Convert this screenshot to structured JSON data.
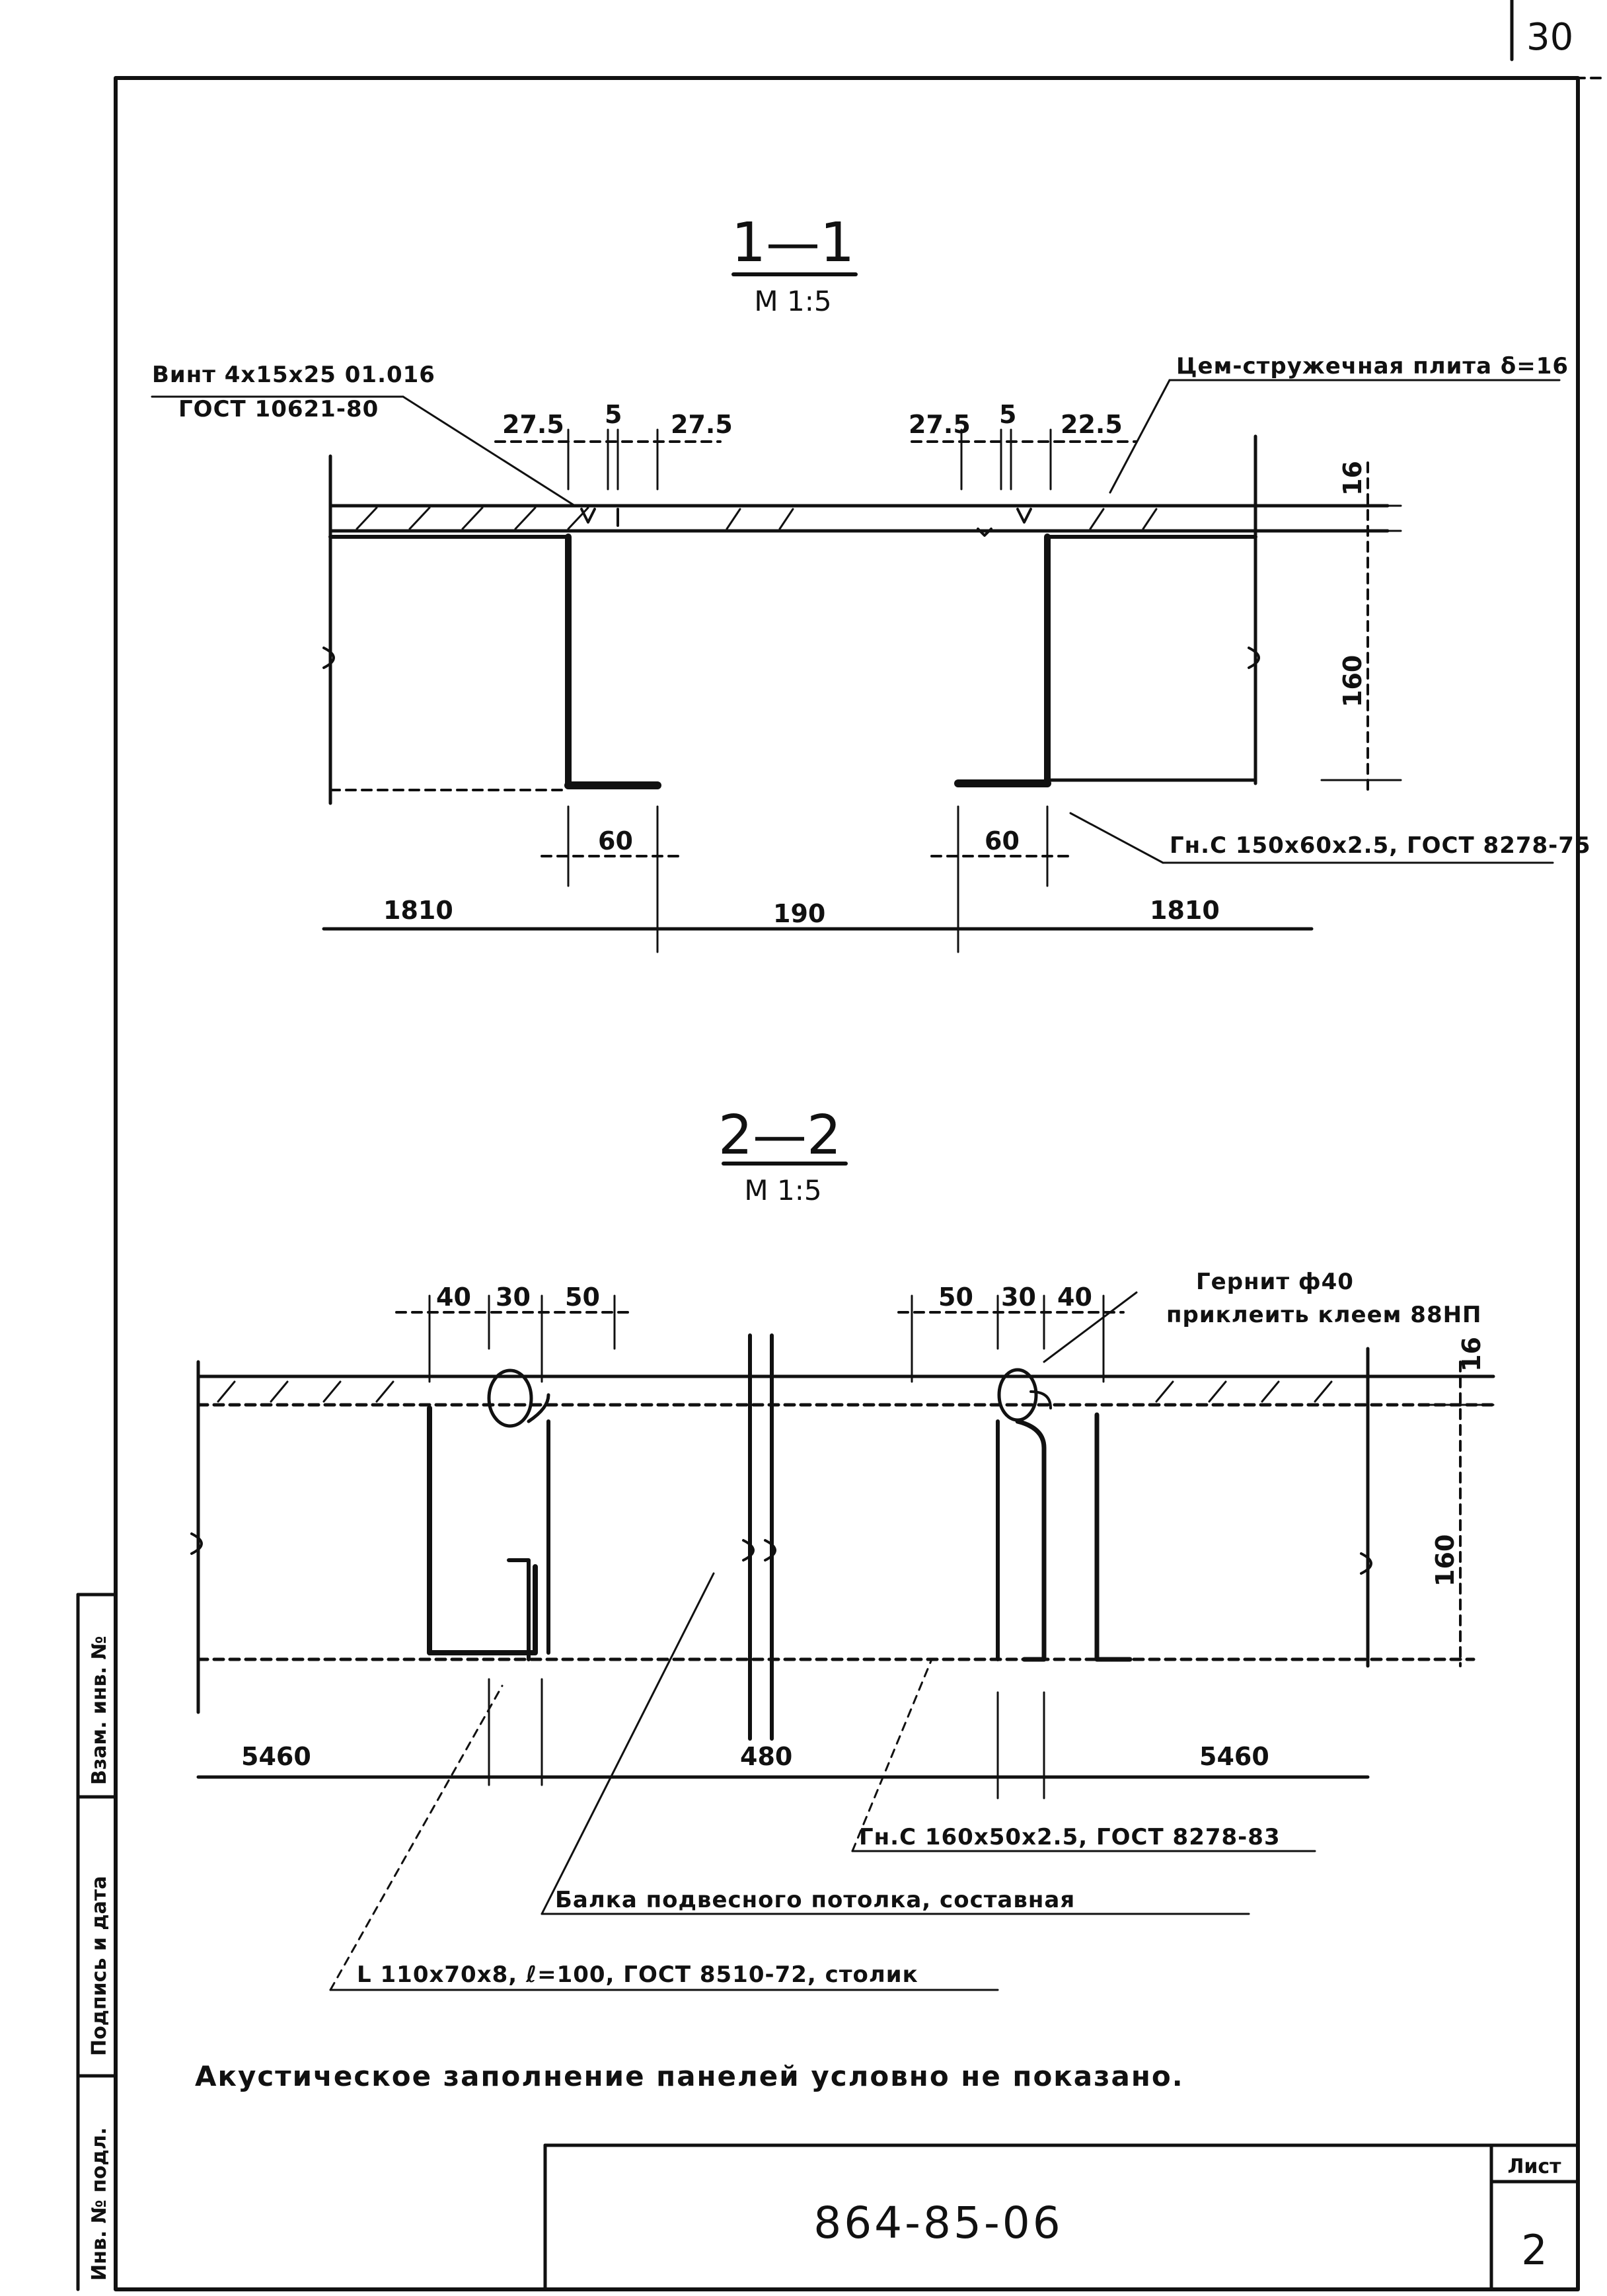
{
  "sheet": {
    "corner_number": "30",
    "document_code": "864-85-06",
    "sheet_label": "Лист",
    "sheet_number": "2",
    "side_stamp": [
      "Инв. № подл.",
      "Подпись и дата",
      "Взам. инв. №"
    ]
  },
  "section_1": {
    "title": "1—1",
    "scale": "М 1:5",
    "callouts": {
      "screw": "Винт 4х15х25 01.016",
      "screw_gost": "ГОСТ 10621-80",
      "board": "Цем-стружечная плита δ=16",
      "channel": "Гн.С 150х60х2.5, ГОСТ 8278-75"
    },
    "dims": {
      "d275a": "27.5",
      "d5a": "5",
      "d275b": "27.5",
      "d275c": "27.5",
      "d5b": "5",
      "d225": "22.5",
      "d16": "16",
      "d160": "160",
      "d60a": "60",
      "d60b": "60",
      "d1810a": "1810",
      "d190": "190",
      "d1810b": "1810"
    }
  },
  "section_2": {
    "title": "2—2",
    "scale": "М 1:5",
    "callouts": {
      "gernit": "Гернит ф40",
      "gernit_note": "приклеить клеем 88НП",
      "channel": "Гн.С 160х50х2.5, ГОСТ 8278-83",
      "beam": "Балка подвесного потолка, составная",
      "angle": "L 110х70х8, ℓ=100, ГОСТ 8510-72, столик"
    },
    "dims": {
      "d40a": "40",
      "d30a": "30",
      "d50a": "50",
      "d50b": "50",
      "d30b": "30",
      "d40b": "40",
      "d16": "16",
      "d160": "160",
      "d5460a": "5460",
      "d480": "480",
      "d5460b": "5460"
    }
  },
  "note": "Акустическое заполнение панелей условно не показано."
}
